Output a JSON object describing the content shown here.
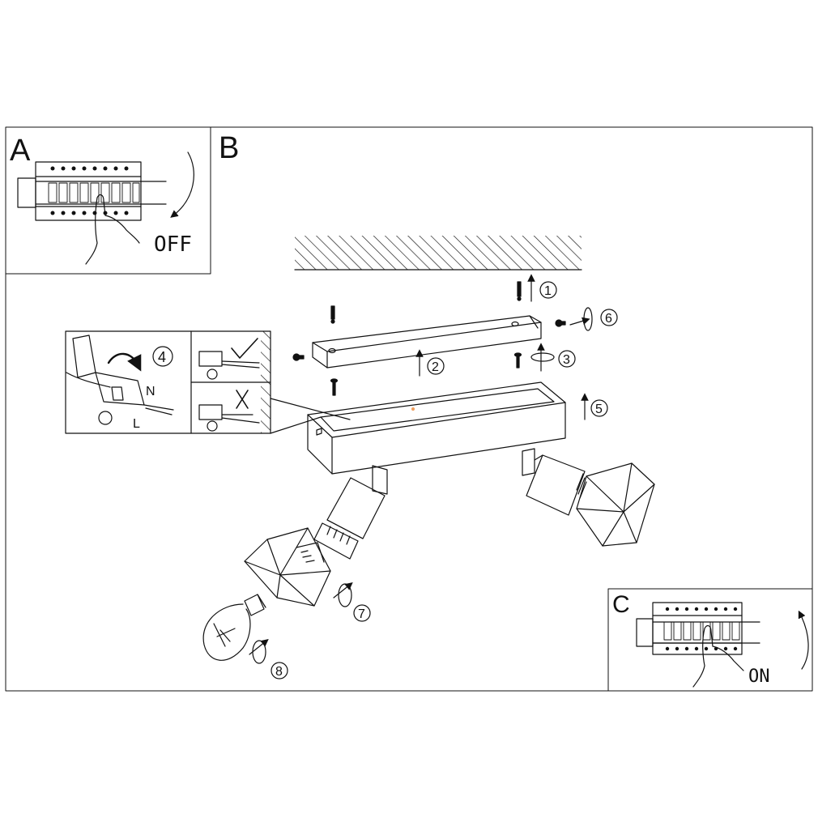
{
  "panels": {
    "a": {
      "letter": "A",
      "status": "OFF"
    },
    "b": {
      "letter": "B"
    },
    "c": {
      "letter": "C",
      "status": "ON"
    }
  },
  "steps": [
    "1",
    "2",
    "3",
    "4",
    "5",
    "6",
    "7",
    "8"
  ],
  "wiring": {
    "neutral": "N",
    "live": "L"
  },
  "colors": {
    "line": "#111111",
    "background": "#ffffff",
    "accent_dot": "#f0a060"
  }
}
